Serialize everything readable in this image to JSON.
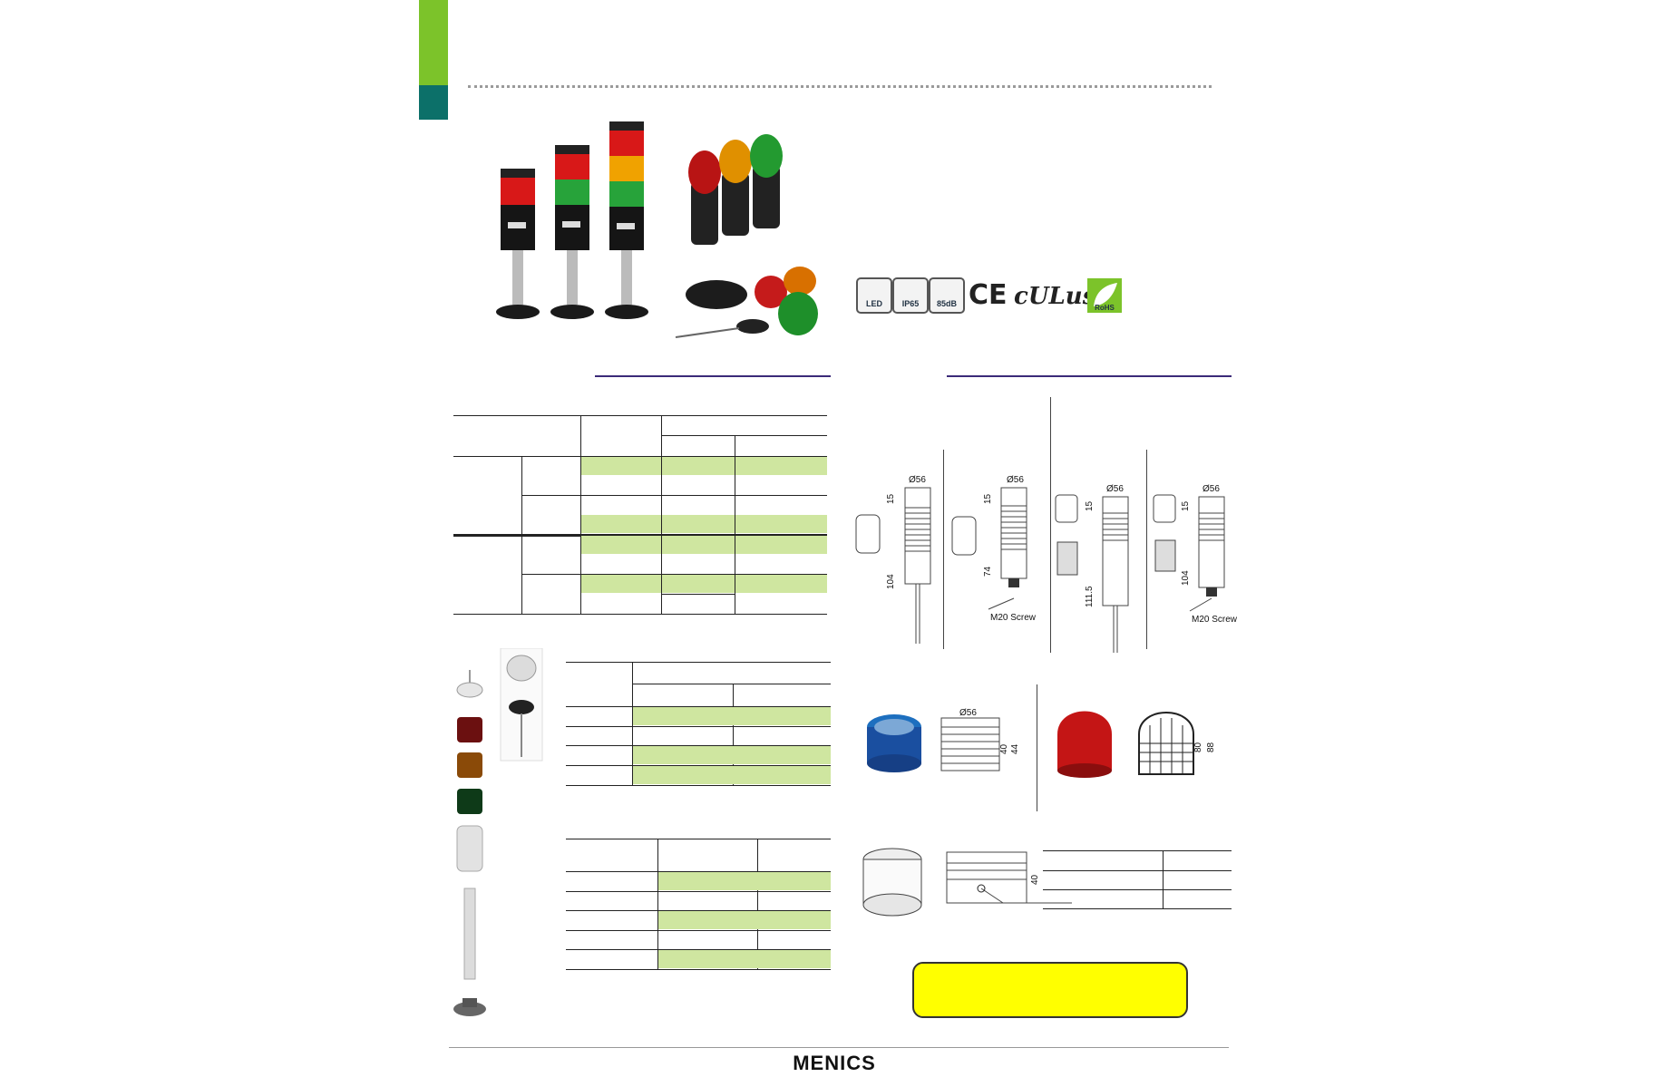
{
  "brand": {
    "logo_text": "MENICS"
  },
  "certifications": [
    {
      "name": "led-cert-icon",
      "label": "LED"
    },
    {
      "name": "ip65-cert-icon",
      "label": "IP65"
    },
    {
      "name": "sound-cert-icon",
      "label": "85dB"
    },
    {
      "name": "ce-mark-icon",
      "label": "CE"
    },
    {
      "name": "cul-us-mark-icon",
      "label": "cULus"
    },
    {
      "name": "rohs-cert-icon",
      "label": "RoHS"
    }
  ],
  "drawings": {
    "dia": "Ø56",
    "dim_15": "15",
    "dim_104": "104",
    "dim_74": "74",
    "dim_111_5": "111.5",
    "screw": "M20 Screw",
    "dim_40": "40",
    "dim_44": "44",
    "dim_80": "80",
    "dim_88": "88"
  },
  "colors": {
    "accent_green": "#7cc32a",
    "accent_teal": "#0c7069",
    "table_fill": "#cfe6a0",
    "rule_purple": "#3b2a78",
    "note_yellow": "#ffff00"
  }
}
